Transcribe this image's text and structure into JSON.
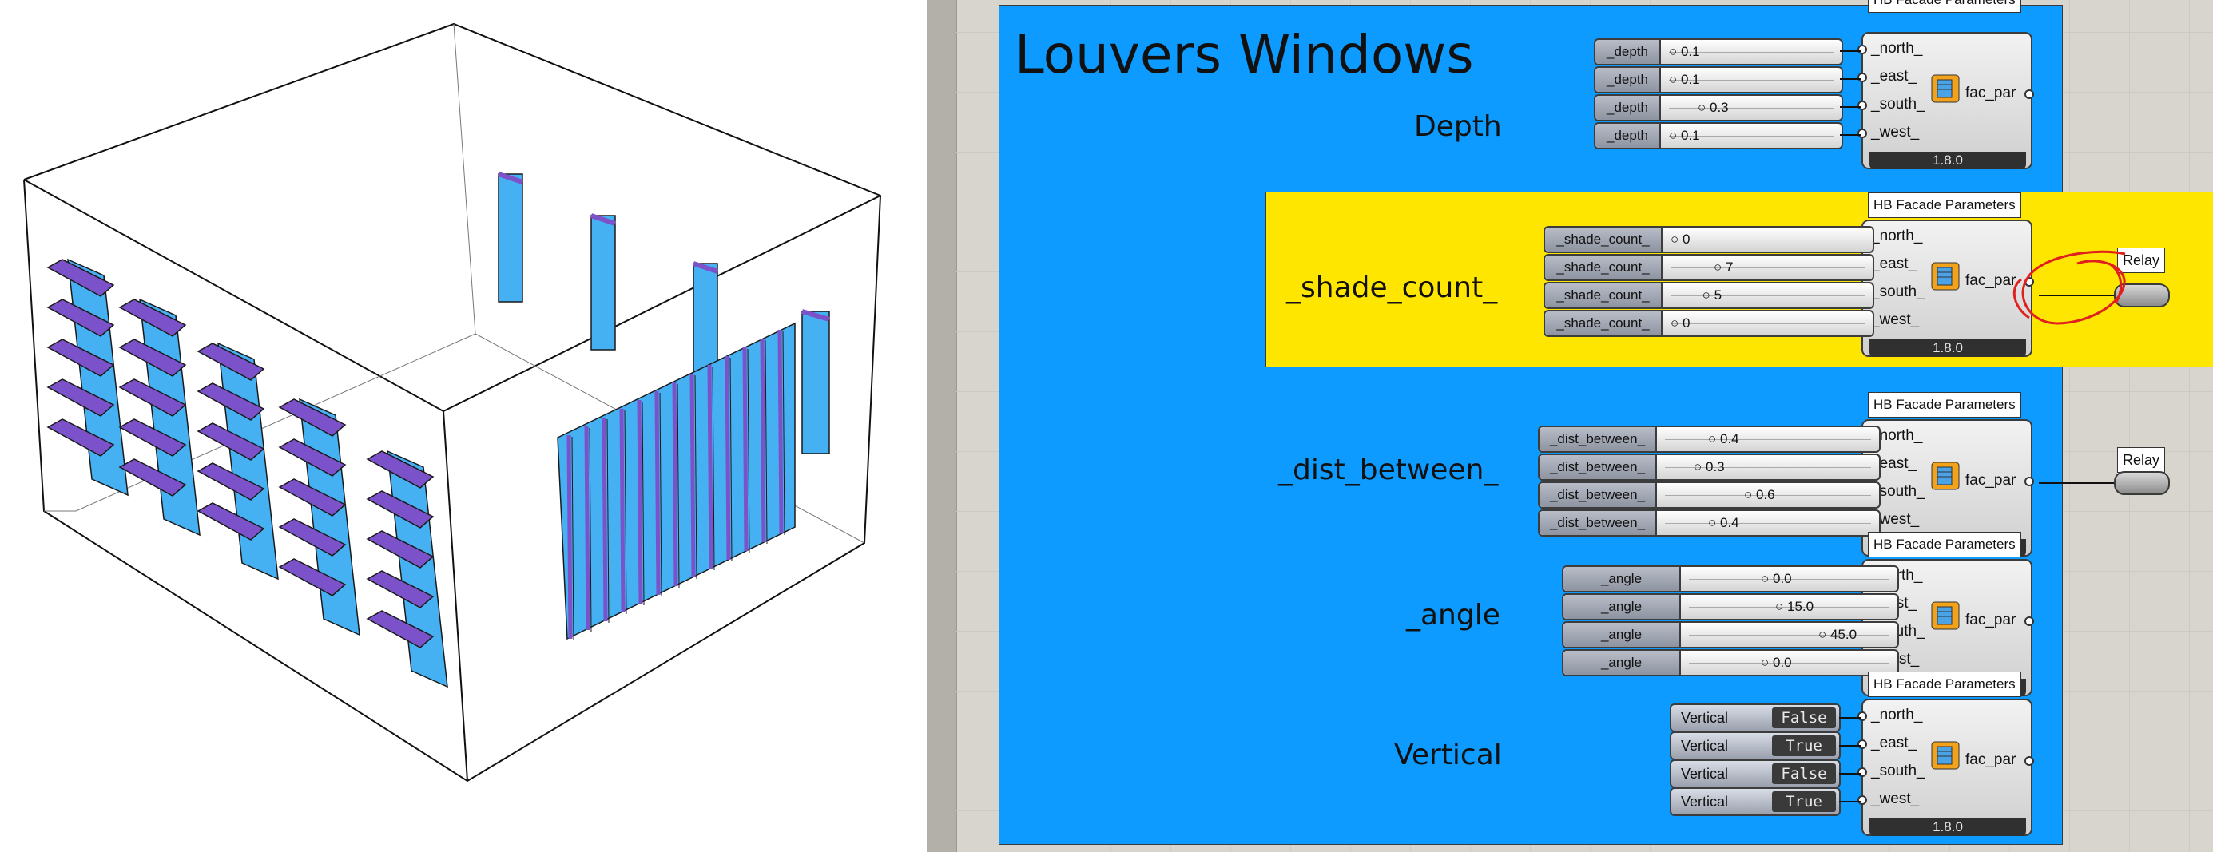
{
  "canvas": {
    "group_title": "Louvers Windows",
    "component_tag": "HB Facade Parameters",
    "relay_label": "Relay",
    "version": "1.8.0",
    "component_name": "fac_par",
    "inputs": [
      "_north_",
      "_east_",
      "_south_",
      "_west_"
    ]
  },
  "groups": [
    {
      "label": "Depth",
      "color": "#0d9bff",
      "sliders": [
        {
          "name": "_depth",
          "value": "0.1",
          "fraction": 0.0
        },
        {
          "name": "_depth",
          "value": "0.1",
          "fraction": 0.0
        },
        {
          "name": "_depth",
          "value": "0.3",
          "fraction": 0.2
        },
        {
          "name": "_depth",
          "value": "0.1",
          "fraction": 0.0
        }
      ]
    },
    {
      "label": "_shade_count_",
      "color": "#ffe600",
      "sliders": [
        {
          "name": "_shade_count_",
          "value": "0",
          "fraction": 0.0
        },
        {
          "name": "_shade_count_",
          "value": "7",
          "fraction": 0.3
        },
        {
          "name": "_shade_count_",
          "value": "5",
          "fraction": 0.22
        },
        {
          "name": "_shade_count_",
          "value": "0",
          "fraction": 0.0
        }
      ]
    },
    {
      "label": "_dist_between_",
      "color": "#0d9bff",
      "sliders": [
        {
          "name": "_dist_between_",
          "value": "0.4",
          "fraction": 0.3
        },
        {
          "name": "_dist_between_",
          "value": "0.3",
          "fraction": 0.2
        },
        {
          "name": "_dist_between_",
          "value": "0.6",
          "fraction": 0.55
        },
        {
          "name": "_dist_between_",
          "value": "0.4",
          "fraction": 0.3
        }
      ]
    },
    {
      "label": "_angle",
      "color": "#0d9bff",
      "sliders": [
        {
          "name": "_angle",
          "value": "0.0",
          "fraction": 0.5
        },
        {
          "name": "_angle",
          "value": "15.0",
          "fraction": 0.6
        },
        {
          "name": "_angle",
          "value": "45.0",
          "fraction": 0.9
        },
        {
          "name": "_angle",
          "value": "0.0",
          "fraction": 0.5
        }
      ]
    },
    {
      "label": "Vertical",
      "color": "#0d9bff",
      "toggles": [
        {
          "name": "Vertical",
          "value": "False"
        },
        {
          "name": "Vertical",
          "value": "True"
        },
        {
          "name": "Vertical",
          "value": "False"
        },
        {
          "name": "Vertical",
          "value": "True"
        }
      ]
    }
  ],
  "colors": {
    "louver_top": "#7b52c9",
    "louver_face": "#45b0f2",
    "group_blue": "#0d9bff",
    "group_yellow": "#ffe600",
    "annotation": "#e0201e"
  }
}
